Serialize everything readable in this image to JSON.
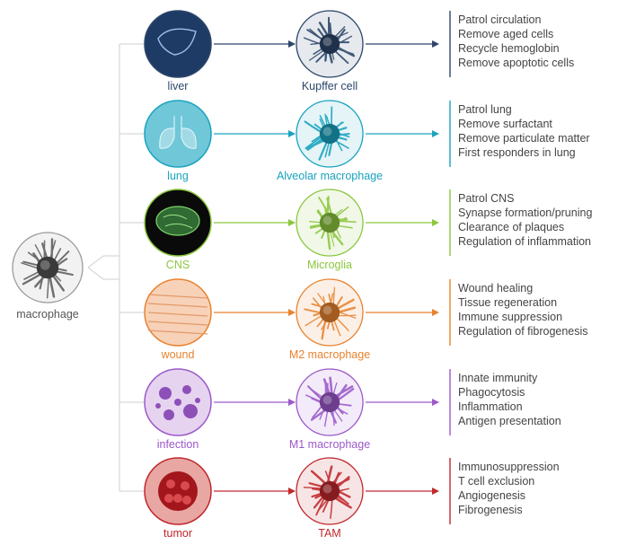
{
  "source": {
    "label": "macrophage",
    "color": "#666666"
  },
  "rows": [
    {
      "tissue": "liver",
      "cell": "Kupffer cell",
      "color": "#2c4669",
      "functions": [
        "Patrol circulation",
        "Remove aged cells",
        "Recycle hemoglobin",
        "Remove apoptotic cells"
      ]
    },
    {
      "tissue": "lung",
      "cell": "Alveolar macrophage",
      "color": "#1aa3bf",
      "functions": [
        "Patrol lung",
        "Remove surfactant",
        "Remove particulate matter",
        "First responders in lung"
      ]
    },
    {
      "tissue": "CNS",
      "cell": "Microglia",
      "color": "#8cc63f",
      "functions": [
        "Patrol CNS",
        "Synapse formation/pruning",
        "Clearance of plaques",
        "Regulation of inflammation"
      ]
    },
    {
      "tissue": "wound",
      "cell": "M2 macrophage",
      "color": "#e8822e",
      "functions": [
        "Wound healing",
        "Tissue regeneration",
        "Immune suppression",
        "Regulation of fibrogenesis"
      ]
    },
    {
      "tissue": "infection",
      "cell": "M1 macrophage",
      "color": "#9b59c9",
      "functions": [
        "Innate immunity",
        "Phagocytosis",
        "Inflammation",
        "Antigen presentation"
      ]
    },
    {
      "tissue": "tumor",
      "cell": "TAM",
      "color": "#c0282d",
      "functions": [
        "Immunosuppression",
        "T cell exclusion",
        "Angiogenesis",
        "Fibrogenesis"
      ]
    }
  ]
}
